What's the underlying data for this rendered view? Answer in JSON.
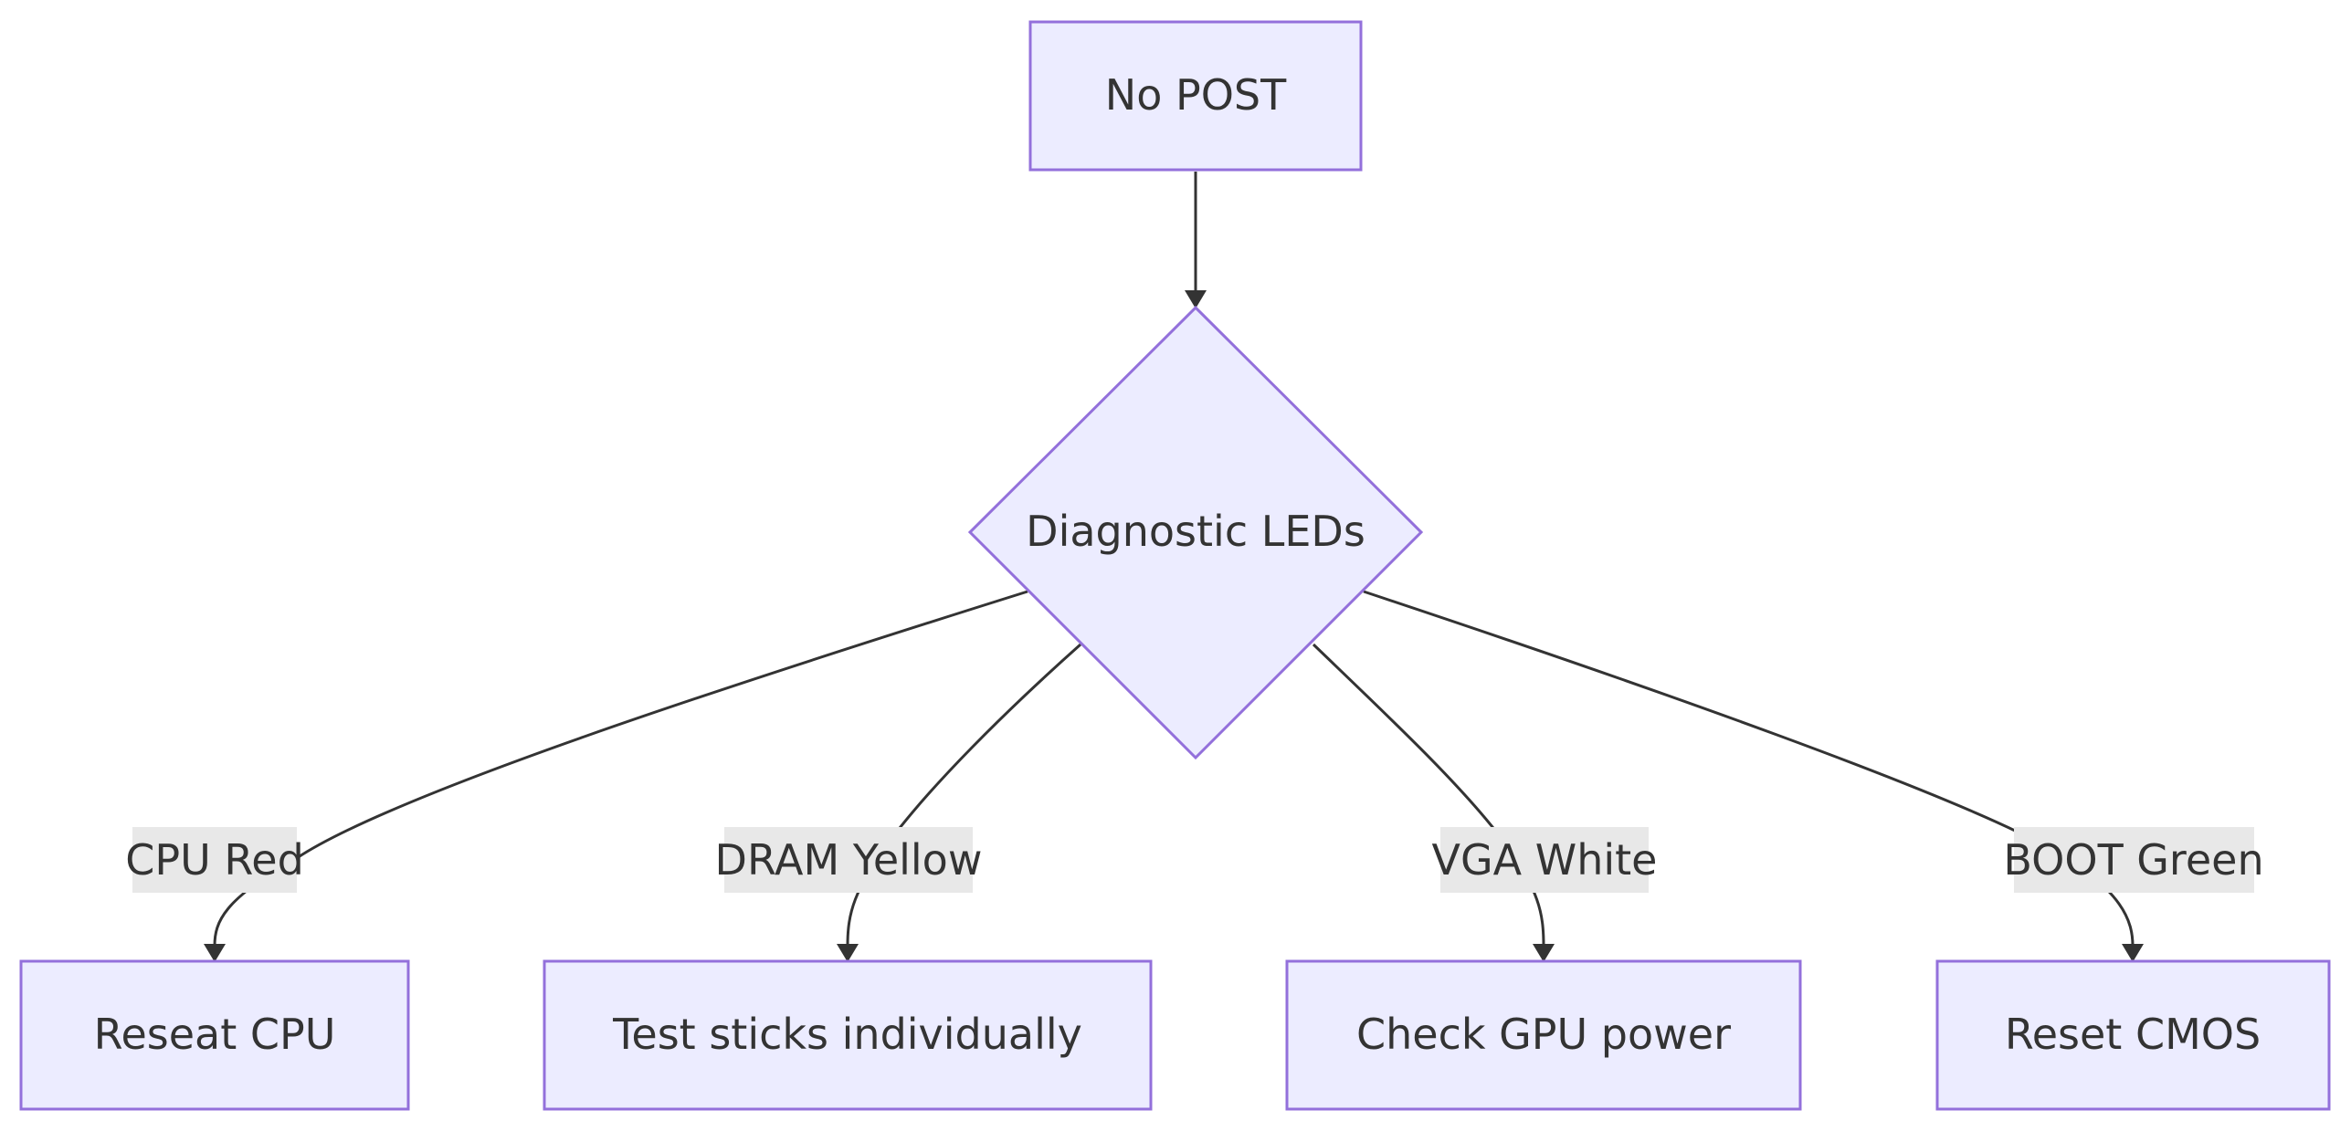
{
  "nodes": {
    "start": "No POST",
    "decision": "Diagnostic LEDs",
    "cpu": "Reseat CPU",
    "dram": "Test sticks individually",
    "vga": "Check GPU power",
    "boot": "Reset CMOS"
  },
  "edge_labels": {
    "cpu": "CPU Red",
    "dram": "DRAM Yellow",
    "vga": "VGA White",
    "boot": "BOOT Green"
  },
  "colors": {
    "node_fill": "#ECECFF",
    "node_stroke": "#9370DB",
    "edge": "#333333",
    "label_bg": "#E8E8E8",
    "text": "#333333"
  }
}
